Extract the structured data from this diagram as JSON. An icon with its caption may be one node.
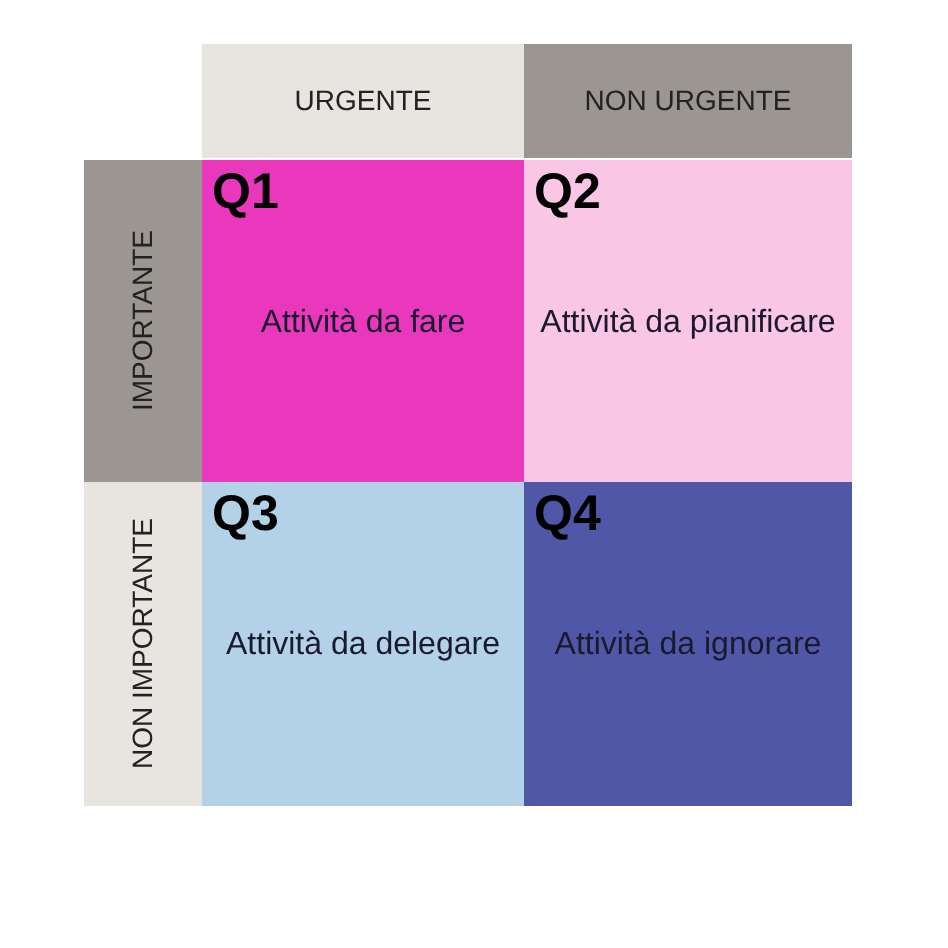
{
  "diagram": {
    "nodes": [
      {
        "text": [
          "URGENTE"
        ]
      },
      {
        "text": [
          "NON URGENTE"
        ]
      },
      {
        "text": [
          "IMPORTANTE"
        ]
      },
      {
        "text": [
          "Q1",
          "Attività da fare"
        ]
      },
      {
        "text": [
          "Q2",
          "Attività da pianificare"
        ]
      },
      {
        "text": [
          "NON IMPORTANTE"
        ]
      },
      {
        "text": [
          "Q3",
          "Attività da delegare"
        ]
      },
      {
        "text": [
          "Q4",
          "Attività da ignorare"
        ]
      }
    ]
  }
}
